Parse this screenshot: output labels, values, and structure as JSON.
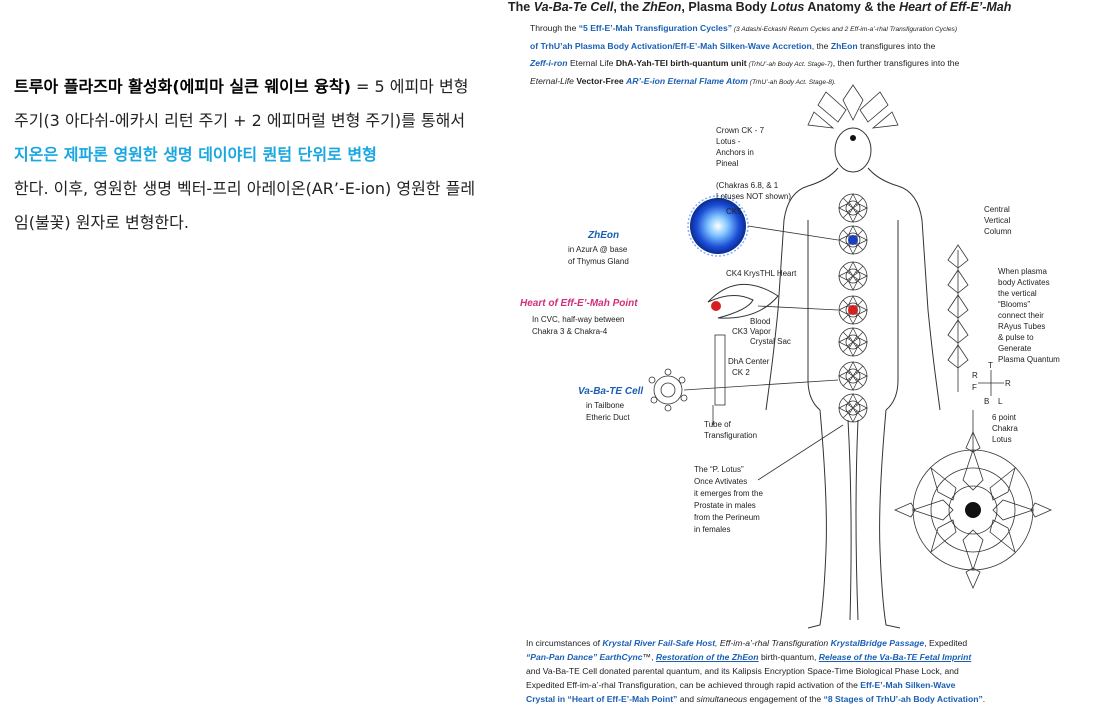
{
  "korean": {
    "line1_bold": "트루아 플라즈마 활성화(에피마 실큰 웨이브 융착)",
    "line1_rest": " = 5 에피마 변형 주기(3 아다쉬-에카시 리턴 주기 + 2 에피머럴 변형 주기)를 통해서",
    "line2_highlight": "지온은 제파론 영원한 생명 데이야티 퀀텀 단위로 변형",
    "line3": "한다. 이후, 영원한 생명 벡터-프리 아레이온(AR’-E-ion) 영원한 플레임(불꽃) 원자로 변형한다."
  },
  "panel": {
    "title_a": "The ",
    "title_b": "Va-Ba-Te Cell",
    "title_c": ", the ",
    "title_d": "ZhEon",
    "title_e": ", Plasma Body ",
    "title_f": "Lotus",
    "title_g": " Anatomy & the ",
    "title_h": "Heart of Eff-E’-Mah",
    "intro": {
      "t1": "Through the ",
      "t2": "“5 Eff-E’-Mah Transfiguration Cycles”",
      "t3": " (3 Adashi-Eckashi Return Cycles and 2 Eff-im-a’-rhal Transfiguration Cycles)",
      "t4": "of TrhU’ah Plasma Body Activation/Eff-E’-Mah Silken-Wave Accretion",
      "t5": ", the ",
      "t6": "ZhEon",
      "t7": " transfigures into the",
      "t8": "Zeff-i-ron",
      "t9": " Eternal Life ",
      "t10": "DhA-Yah-TEI birth-quantum unit",
      "t11": " (TrhU’-ah Body Act. Stage-7)",
      "t12": ", then further transfigures into the",
      "t13": "Eternal-Life ",
      "t14": "Vector-Free ",
      "t15": "AR’-E-ion Eternal Flame Atom",
      "t16": " (TrhU’-ah Body Act. Stage-8)."
    },
    "labels": {
      "crown": [
        "Crown CK - 7",
        "Lotus -",
        "Anchors in",
        "Pineal"
      ],
      "chakras": [
        "(Chakras 6.8, & 1",
        "Lotuses NOT shown)"
      ],
      "ck5": "CK5",
      "zheon_title": "ZhEon",
      "zheon_sub": [
        "in AzurA @ base",
        "of Thymus Gland"
      ],
      "ck4": "CK4 KrysTHL Heart",
      "heart_title": "Heart of Eff-E’-Mah Point",
      "heart_sub": [
        "In CVC, half-way between",
        "Chakra 3 & Chakra-4"
      ],
      "blood": [
        "Blood",
        "Vapor",
        "Crystal Sac"
      ],
      "ck3": "CK3",
      "dha": "DhA Center",
      "ck2": "CK 2",
      "vabate_title": "Va-Ba-TE Cell",
      "vabate_sub": [
        "in Tailbone",
        "Etheric Duct"
      ],
      "tube": [
        "Tube of",
        "Transfiguration"
      ],
      "plotus": [
        "The “P. Lotus”",
        "Once Avtivates",
        "it emerges from the",
        "Prostate in males",
        "from the Perineum",
        "in females"
      ],
      "central": [
        "Central",
        "Vertical",
        "Column"
      ],
      "plasma": [
        "When plasma",
        "body Activates",
        "the vertical",
        "“Blooms”",
        "connect their",
        "RAyus Tubes",
        "& pulse to",
        "Generate",
        "Plasma Quantum"
      ],
      "compass": {
        "t": "T",
        "r1": "R",
        "f": "F",
        "r2": "R",
        "b": "B",
        "l": "L"
      },
      "sixpoint": [
        "6 point",
        "Chakra",
        "Lotus"
      ]
    },
    "bottom": {
      "b1": "In circumstances of ",
      "b2": "Krystal River Fail-Safe Host",
      "b3": ", Eff-im-a’-rhal Transfiguration ",
      "b4": "KrystalBridge Passage",
      "b5": ", Expedited",
      "b6": "“Pan-Pan Dance” EarthCync",
      "b7": "™, ",
      "b8": "Restoration of the ZhEon",
      "b9": " birth-quantum, ",
      "b10": "Release of the Va-Ba-TE Fetal Imprint",
      "b11": "and Va-Ba-TE Cell donated parental quantum, and its Kalipsis Encryption Space-Time Biological Phase Lock, and",
      "b12": "Expedited Eff-im-a’-rhal Transfiguration, can be achieved through rapid activation of the ",
      "b13": "Eff-E’-Mah Silken-Wave",
      "b14": "Crystal in “Heart of Eff-E’-Mah Point”",
      "b15": " and ",
      "b16": "simultaneous",
      "b17": " engagement of the ",
      "b18": "“8 Stages of TrhU’-ah Body Activation”",
      "b19": "."
    }
  },
  "colors": {
    "cyan": "#1aa7e0",
    "blue": "#1a5fb4",
    "pink": "#d0307a",
    "red": "#d62020"
  }
}
